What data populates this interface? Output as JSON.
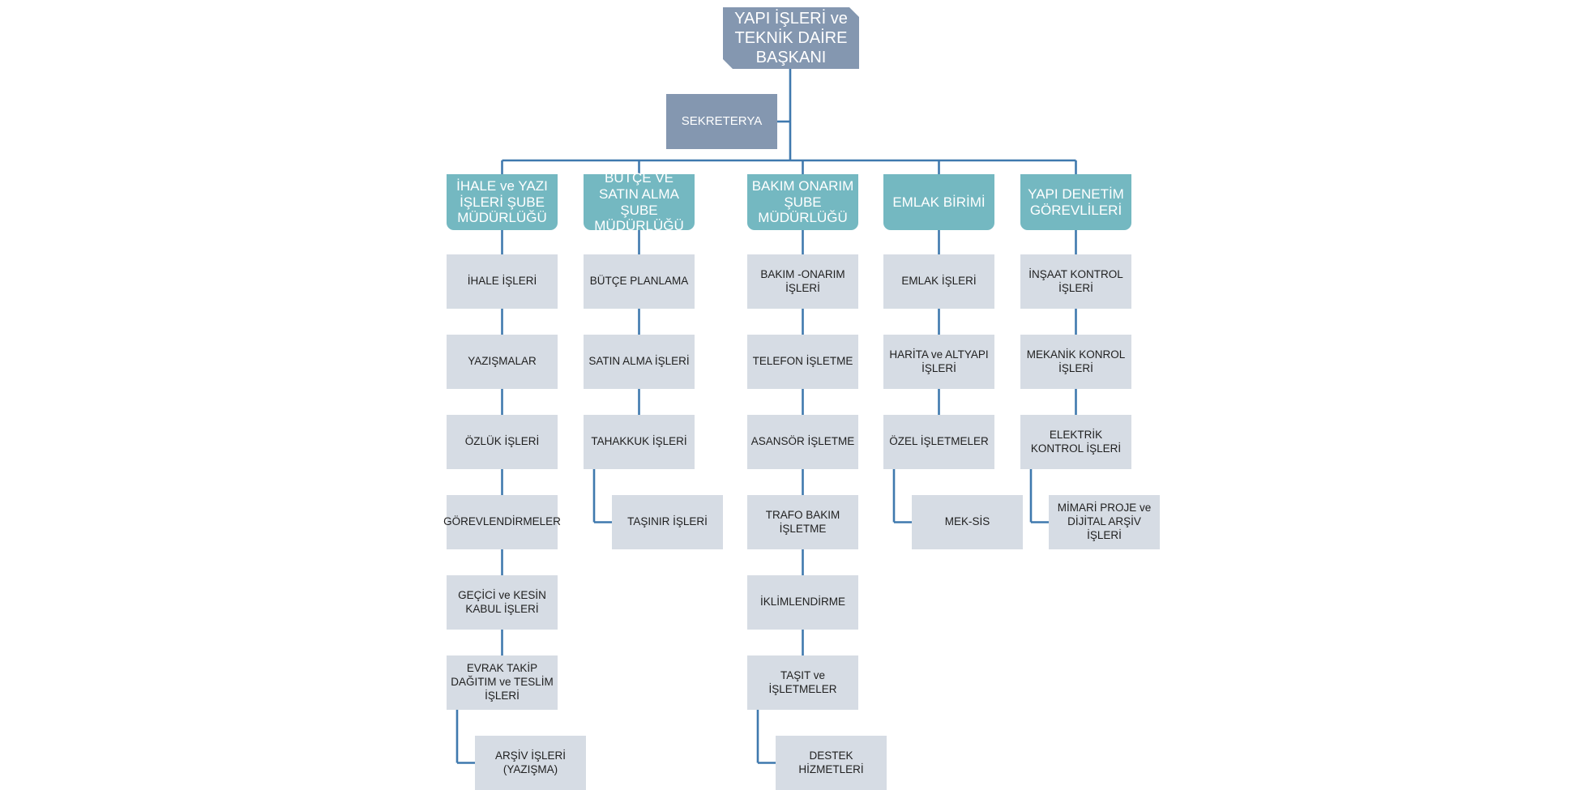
{
  "top": {
    "title": "YAPI İŞLERİ ve TEKNİK DAİRE BAŞKANI"
  },
  "secretariat": {
    "label": "SEKRETERYA"
  },
  "departments": [
    {
      "title": "İHALE ve YAZI İŞLERİ ŞUBE MÜDÜRLÜĞÜ",
      "items": [
        "İHALE İŞLERİ",
        "YAZIŞMALAR",
        "ÖZLÜK İŞLERİ",
        "GÖREVLENDİRMELER",
        "GEÇİCİ ve KESİN KABUL İŞLERİ",
        "EVRAK TAKİP DAĞITIM ve TESLİM İŞLERİ"
      ],
      "subitem": "ARŞİV İŞLERİ (YAZIŞMA)"
    },
    {
      "title": "BÜTÇE VE SATIN ALMA ŞUBE MÜDÜRLÜĞÜ",
      "items": [
        "BÜTÇE PLANLAMA",
        "SATIN ALMA İŞLERİ",
        "TAHAKKUK İŞLERİ"
      ],
      "subitem": "TAŞINIR İŞLERİ"
    },
    {
      "title": "BAKIM ONARIM ŞUBE MÜDÜRLÜĞÜ",
      "items": [
        "BAKIM -ONARIM İŞLERİ",
        "TELEFON İŞLETME",
        "ASANSÖR İŞLETME",
        "TRAFO BAKIM İŞLETME",
        "İKLİMLENDİRME",
        "TAŞIT ve İŞLETMELER"
      ],
      "subitem": "DESTEK HİZMETLERİ"
    },
    {
      "title": "EMLAK BİRİMİ",
      "items": [
        "EMLAK İŞLERİ",
        "HARİTA ve ALTYAPI İŞLERİ",
        "ÖZEL İŞLETMELER"
      ],
      "subitem": "MEK-SİS"
    },
    {
      "title": "YAPI DENETİM GÖREVLİLERİ",
      "items": [
        "İNŞAAT KONTROL İŞLERİ",
        "MEKANİK KONROL İŞLERİ",
        "ELEKTRİK KONTROL İŞLERİ"
      ],
      "subitem": "MİMARİ PROJE ve DİJİTAL ARŞİV İŞLERİ"
    }
  ],
  "colors": {
    "top_box": "#8497b0",
    "header_box": "#74b8c1",
    "item_box": "#d6dce4",
    "connector": "#3f79ae"
  }
}
